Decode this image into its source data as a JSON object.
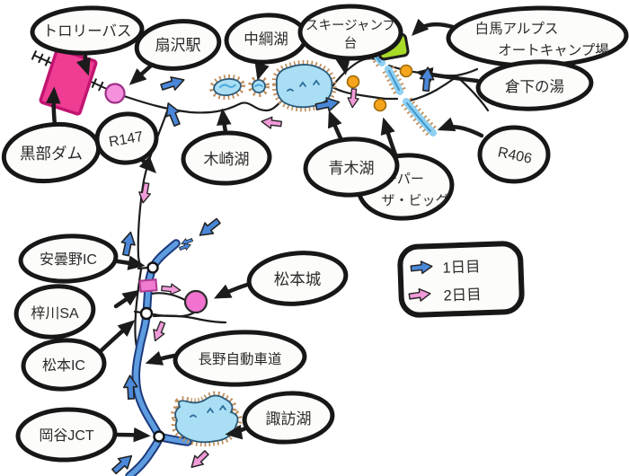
{
  "map": {
    "places": {
      "trolley_bus": "トロリーバス",
      "ogizawa_station": "扇沢駅",
      "kurobe_dam": "黒部ダム",
      "r147": "R147",
      "nakatsuna_lake": "中綱湖",
      "ski_jump": {
        "line1": "スキージャンプ",
        "line2": "台"
      },
      "hakuba_camp": {
        "line1": "白馬アルプス",
        "line2": "オートキャンプ場"
      },
      "kurashita_no_yu": "倉下の湯",
      "r406": "R406",
      "super_the_big": {
        "line1": "スーパー",
        "line2": "ザ・ビッグ"
      },
      "kizaki_lake": "木崎湖",
      "aoki_lake": "青木湖",
      "azumino_ic": "安曇野IC",
      "azusagawa_sa": "梓川SA",
      "matsumoto_ic": "松本IC",
      "matsumoto_castle": "松本城",
      "nagano_expressway": "長野自動車道",
      "okaya_jct": "岡谷JCT",
      "suwa_lake": "諏訪湖"
    },
    "legend": {
      "day1": "1日目",
      "day2": "2日目"
    },
    "colors": {
      "day1_arrow": "#4a87d9",
      "day2_arrow": "#f19ad9",
      "expressway": "#5e9ce0",
      "river_water": "#8fd0f2",
      "lake_water": "#a9def4",
      "shoreline": "#c0905e",
      "dam_marker": "#ee3d92",
      "station_dot": "#f590dd",
      "castle_dot": "#f173cf",
      "poi_dot": "#f7a41d",
      "campsite_marker": "#a8da28",
      "sa_marker": "#ef7ccf",
      "bubble_stroke": "#171717"
    }
  }
}
